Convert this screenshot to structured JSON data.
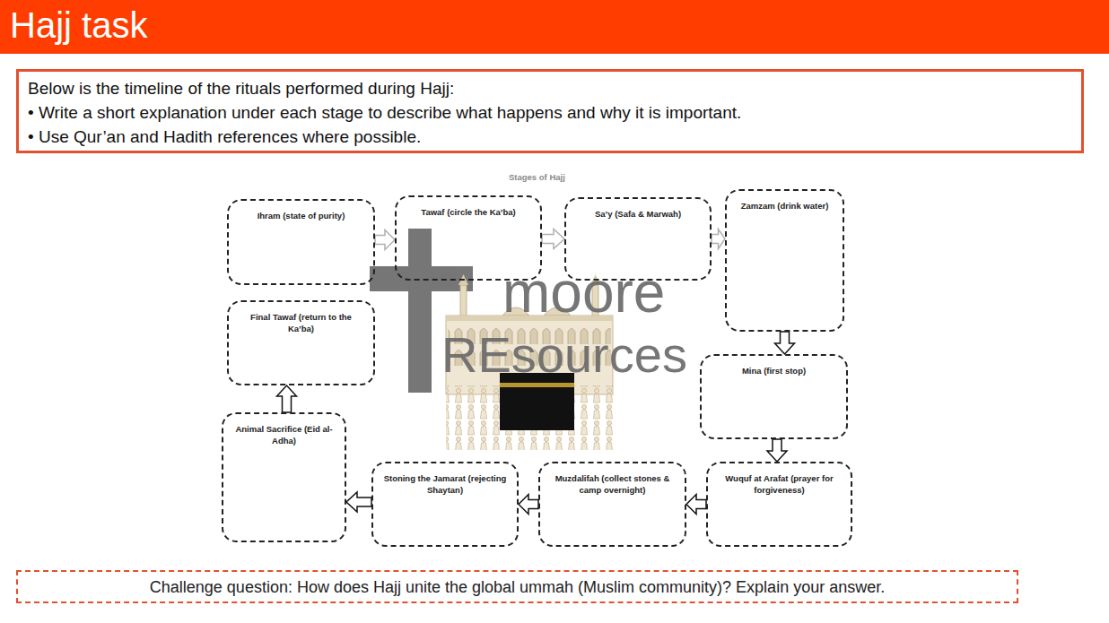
{
  "diagram": {
    "title": "Hajj task",
    "nodes": [
      {
        "text": [
          "Below is the timeline of the rituals performed during Hajj:",
          "• Write a short explanation under each stage to describe what happens and why it is important.",
          "• Use Qur’an and Hadith references where possible."
        ]
      },
      {
        "text": [
          "Ihram (state of purity)"
        ]
      },
      {
        "text": [
          "Tawaf (circle the Ka’ba)"
        ]
      },
      {
        "text": [
          "Sa’y (Safa & Marwah)"
        ]
      },
      {
        "text": [
          "Zamzam (drink water)"
        ]
      },
      {
        "text": [
          "Mina (first stop)"
        ]
      },
      {
        "text": [
          "Wuquf at Arafat (prayer for forgiveness)"
        ]
      },
      {
        "text": [
          "Muzdalifah (collect stones & camp overnight)"
        ]
      },
      {
        "text": [
          "Stoning the Jamarat (rejecting Shaytan)"
        ]
      },
      {
        "text": [
          "Animal Sacrifice (Eid al-Adha)"
        ]
      },
      {
        "text": [
          "Final Tawaf (return to the Ka’ba)"
        ]
      },
      {
        "text": [
          "Challenge question: How does Hajj unite the global ummah (Muslim community)? Explain your answer."
        ]
      }
    ],
    "edges": [
      {
        "from": 1,
        "to": 2,
        "arrow": "to"
      },
      {
        "from": 2,
        "to": 3,
        "arrow": "to"
      },
      {
        "from": 3,
        "to": 4,
        "arrow": "to"
      },
      {
        "from": 4,
        "to": 5,
        "arrow": "to"
      },
      {
        "from": 5,
        "to": 6,
        "arrow": "to"
      },
      {
        "from": 6,
        "to": 7,
        "arrow": "to"
      },
      {
        "from": 7,
        "to": 8,
        "arrow": "to"
      },
      {
        "from": 8,
        "to": 9,
        "arrow": "to"
      },
      {
        "from": 9,
        "to": 10,
        "arrow": "to"
      }
    ],
    "labels": [
      "Stages of Hajj",
      "moore",
      "REsources"
    ]
  }
}
